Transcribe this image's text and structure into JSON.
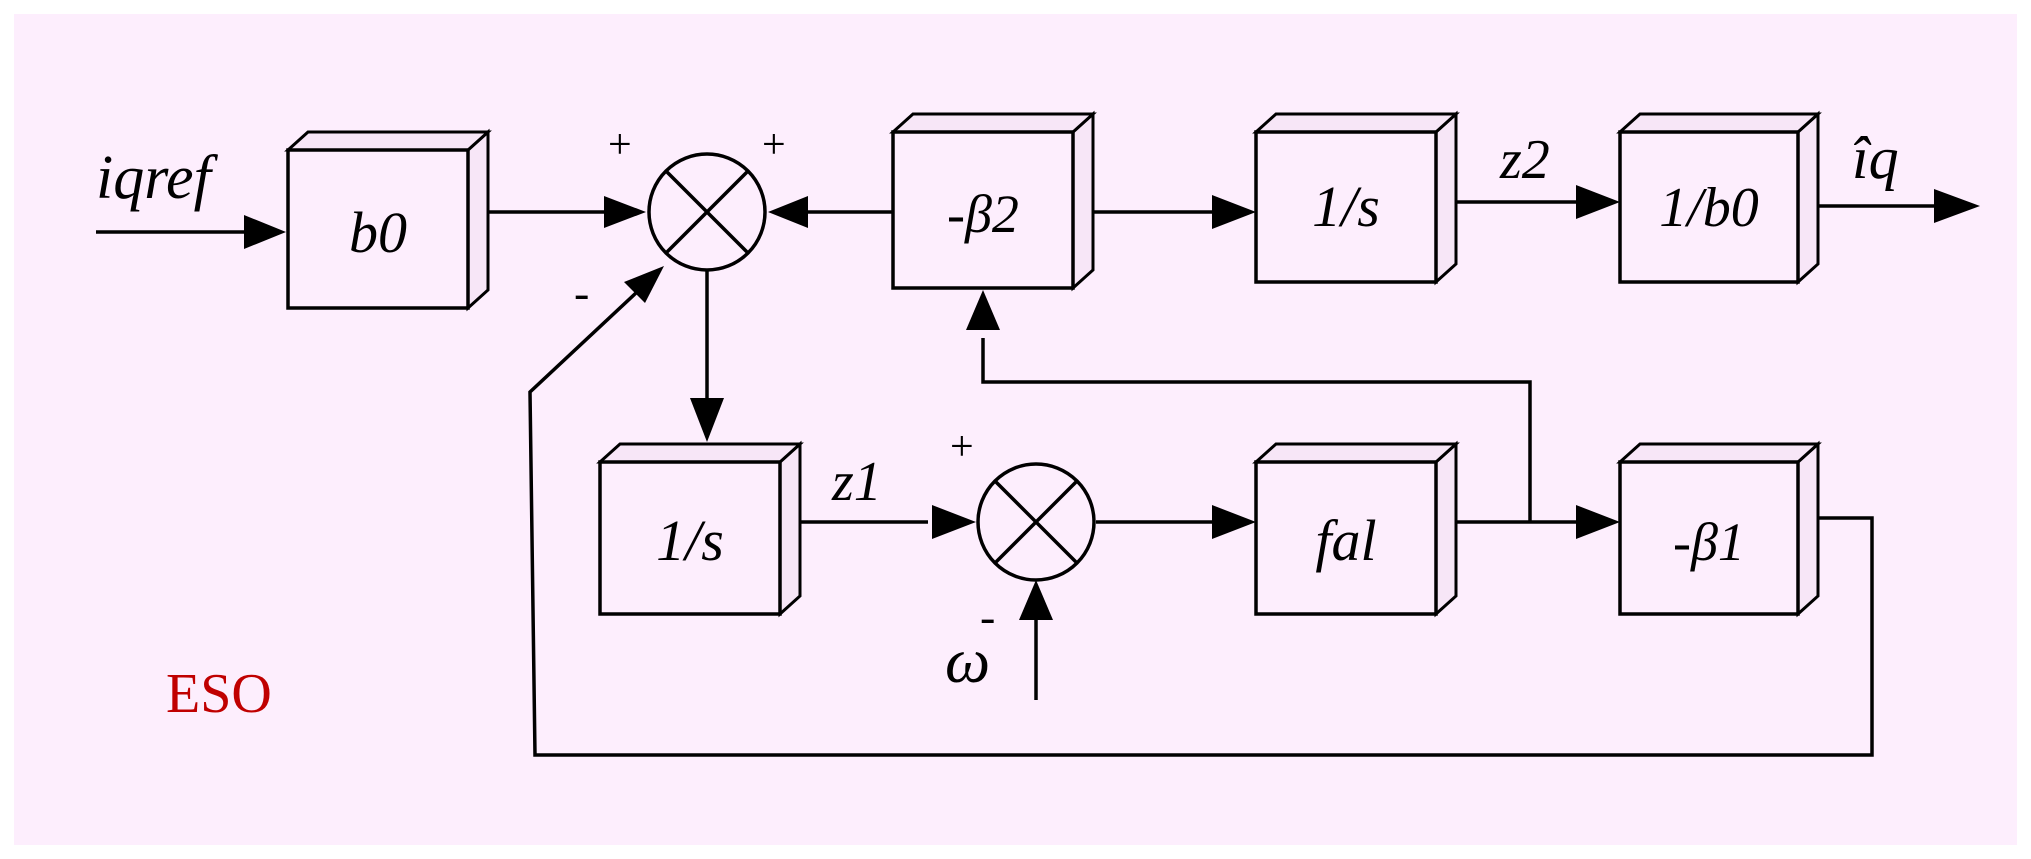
{
  "diagram": {
    "blocks": {
      "b0": "b0",
      "neg_beta2": "-β2",
      "integrator_top": "1/s",
      "inv_b0": "1/b0",
      "integrator_bottom": "1/s",
      "fal": "fal",
      "neg_beta1": "-β1"
    },
    "signals": {
      "input": "iqref",
      "z1": "z1",
      "z2": "z2",
      "output": "îq",
      "omega": "ω"
    },
    "signs": {
      "sum1_left": "+",
      "sum1_right": "+",
      "sum1_bottom": "-",
      "sum2_top": "+",
      "sum2_bottom": "-"
    },
    "caption": "ESO",
    "colors": {
      "background": "#fdeefd",
      "caption": "#c00000",
      "line": "#000000"
    }
  }
}
